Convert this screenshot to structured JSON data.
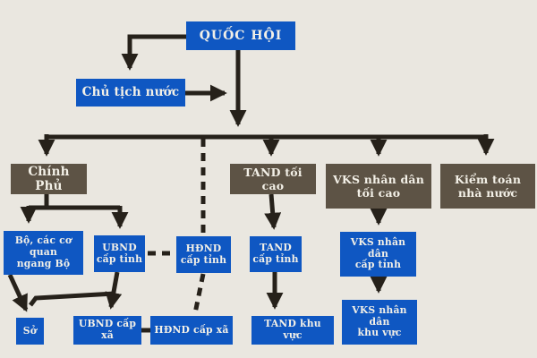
{
  "diagram": {
    "background_color": "#eae7e0",
    "line_color": "#26211a",
    "node_colors": {
      "blue": "#0f57c2",
      "brown": "#5d5345"
    },
    "node_text_color": "#f3f0e7",
    "nodes": [
      {
        "id": "quoc-hoi",
        "label": "QUỐC HỘI",
        "color": "blue"
      },
      {
        "id": "chu-tich-nuoc",
        "label": "Chủ tịch nước",
        "color": "blue"
      },
      {
        "id": "chinh-phu",
        "label": "Chính Phủ",
        "color": "brown"
      },
      {
        "id": "tand-toi-cao",
        "label": "TAND tối cao",
        "color": "brown"
      },
      {
        "id": "vks-nhan-dan-toi-cao",
        "label": "VKS nhân dân\ntối cao",
        "color": "brown"
      },
      {
        "id": "kiem-toan-nha-nuoc",
        "label": "Kiểm toán\nnhà nước",
        "color": "brown"
      },
      {
        "id": "bo-cac-co-quan-ngang-bo",
        "label": "Bộ, các cơ quan\nngang Bộ",
        "color": "blue"
      },
      {
        "id": "ubnd-cap-tinh",
        "label": "UBND\ncấp tỉnh",
        "color": "blue"
      },
      {
        "id": "hdnd-cap-tinh",
        "label": "HĐND\ncấp tỉnh",
        "color": "blue"
      },
      {
        "id": "tand-cap-tinh",
        "label": "TAND\ncấp tỉnh",
        "color": "blue"
      },
      {
        "id": "vks-nhan-dan-cap-tinh",
        "label": "VKS nhân dân\ncấp tỉnh",
        "color": "blue"
      },
      {
        "id": "so",
        "label": "Sở",
        "color": "blue"
      },
      {
        "id": "ubnd-cap-xa",
        "label": "UBND cấp xã",
        "color": "blue"
      },
      {
        "id": "hdnd-cap-xa",
        "label": "HĐND cấp xã",
        "color": "blue"
      },
      {
        "id": "tand-khu-vuc",
        "label": "TAND khu vực",
        "color": "blue"
      },
      {
        "id": "vks-nhan-dan-khu-vuc",
        "label": "VKS nhân dân\nkhu vực",
        "color": "blue"
      }
    ],
    "edges": [
      {
        "from": "quoc-hoi",
        "to": "chu-tich-nuoc",
        "style": "solid"
      },
      {
        "from": "chu-tich-nuoc",
        "to": "main-trunk",
        "style": "solid"
      },
      {
        "from": "quoc-hoi",
        "to": "chinh-phu",
        "style": "solid"
      },
      {
        "from": "quoc-hoi",
        "to": "tand-toi-cao",
        "style": "solid"
      },
      {
        "from": "quoc-hoi",
        "to": "vks-nhan-dan-toi-cao",
        "style": "solid"
      },
      {
        "from": "quoc-hoi",
        "to": "kiem-toan-nha-nuoc",
        "style": "solid"
      },
      {
        "from": "quoc-hoi",
        "to": "hdnd-cap-tinh",
        "style": "dashed"
      },
      {
        "from": "chinh-phu",
        "to": "bo-cac-co-quan-ngang-bo",
        "style": "solid"
      },
      {
        "from": "chinh-phu",
        "to": "ubnd-cap-tinh",
        "style": "solid"
      },
      {
        "from": "bo-cac-co-quan-ngang-bo",
        "to": "so",
        "style": "solid"
      },
      {
        "from": "ubnd-cap-tinh",
        "to": "so",
        "style": "solid"
      },
      {
        "from": "ubnd-cap-tinh",
        "to": "ubnd-cap-xa",
        "style": "solid"
      },
      {
        "from": "ubnd-cap-tinh",
        "to": "hdnd-cap-tinh",
        "style": "dashed"
      },
      {
        "from": "hdnd-cap-tinh",
        "to": "hdnd-cap-xa",
        "style": "dashed"
      },
      {
        "from": "ubnd-cap-xa",
        "to": "hdnd-cap-xa",
        "style": "solid"
      },
      {
        "from": "tand-toi-cao",
        "to": "tand-cap-tinh",
        "style": "solid"
      },
      {
        "from": "tand-cap-tinh",
        "to": "tand-khu-vuc",
        "style": "solid"
      },
      {
        "from": "vks-nhan-dan-toi-cao",
        "to": "vks-nhan-dan-cap-tinh",
        "style": "solid"
      },
      {
        "from": "vks-nhan-dan-cap-tinh",
        "to": "vks-nhan-dan-khu-vuc",
        "style": "solid"
      }
    ]
  }
}
